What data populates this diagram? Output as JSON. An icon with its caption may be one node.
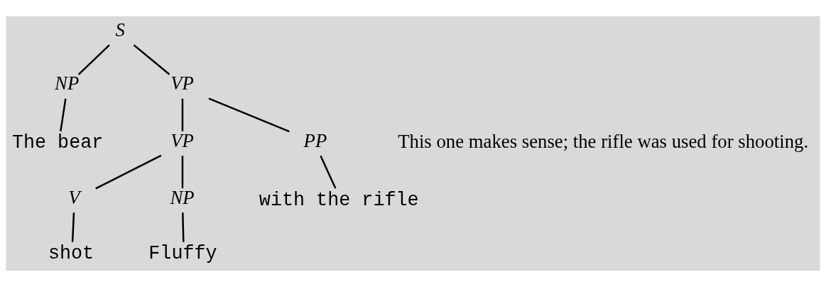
{
  "diagram": {
    "nodes": [
      {
        "text": [
          "S"
        ]
      },
      {
        "text": [
          "NP"
        ]
      },
      {
        "text": [
          "VP"
        ]
      },
      {
        "text": [
          "The bear"
        ]
      },
      {
        "text": [
          "VP"
        ]
      },
      {
        "text": [
          "PP"
        ]
      },
      {
        "text": [
          "V"
        ]
      },
      {
        "text": [
          "NP"
        ]
      },
      {
        "text": [
          "with the rifle"
        ]
      },
      {
        "text": [
          "shot"
        ]
      },
      {
        "text": [
          "Fluffy"
        ]
      }
    ],
    "edges": [
      {
        "from": 0,
        "to": 1,
        "arrow": "none"
      },
      {
        "from": 0,
        "to": 2,
        "arrow": "none"
      },
      {
        "from": 1,
        "to": 3,
        "arrow": "none"
      },
      {
        "from": 2,
        "to": 4,
        "arrow": "none"
      },
      {
        "from": 2,
        "to": 5,
        "arrow": "none"
      },
      {
        "from": 4,
        "to": 6,
        "arrow": "none"
      },
      {
        "from": 4,
        "to": 7,
        "arrow": "none"
      },
      {
        "from": 5,
        "to": 8,
        "arrow": "none"
      },
      {
        "from": 6,
        "to": 9,
        "arrow": "none"
      },
      {
        "from": 7,
        "to": 10,
        "arrow": "none"
      }
    ],
    "labels": [
      "This one makes sense; the rifle was used for shooting."
    ]
  }
}
